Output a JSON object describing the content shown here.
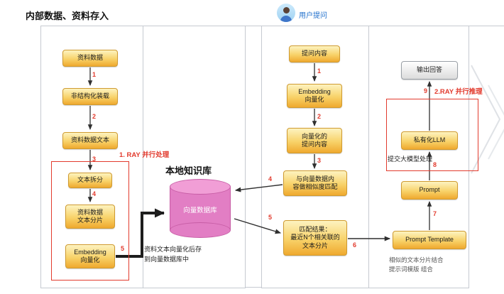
{
  "page": {
    "title": "内部数据、资料存入"
  },
  "user": {
    "label": "用户提问"
  },
  "ingest_flow": {
    "nodes": {
      "data": "资料数据",
      "loader": "非结构化装载",
      "text": "资料数据文本",
      "split": "文本拆分",
      "chunks": "资料数据\n文本分片",
      "embed": "Embedding\n向量化"
    },
    "ray_label": "1. RAY 并行处理",
    "steps": {
      "s1": "1",
      "s2": "2",
      "s3": "3",
      "s4": "4",
      "s5": "5"
    },
    "store_note": "资料文本向量化后存\n到向量数据库中"
  },
  "knowledge_base": {
    "title": "本地知识库",
    "db_label": "向量数据库"
  },
  "query_flow": {
    "nodes": {
      "question": "提问内容",
      "embed": "Embedding\n向量化",
      "vectorized": "向量化的\n提问内容",
      "match": "与向量数据内\n容做相似度匹配",
      "result": "匹配结果：\n最近N个相关联的\n文本分片"
    },
    "steps": {
      "s1": "1",
      "s2": "2",
      "s3": "3",
      "s4": "4",
      "s5": "5",
      "s6": "6"
    }
  },
  "answer_flow": {
    "nodes": {
      "output": "输出回答",
      "llm": "私有化LLM",
      "prompt": "Prompt",
      "template": "Prompt Template"
    },
    "ray_label": "2.RAY 并行推理",
    "submit_note": "提交大模型处理",
    "combine_note": "相似的文本分片结合\n提示词模版 组合",
    "steps": {
      "s7": "7",
      "s8": "8",
      "s9": "9"
    }
  }
}
